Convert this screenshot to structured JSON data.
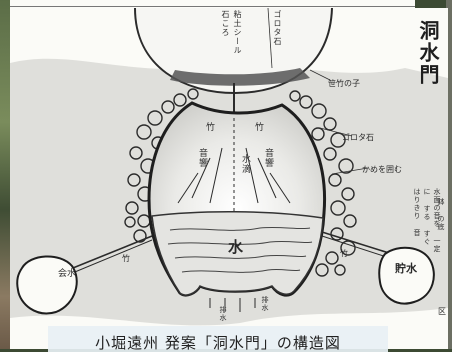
{
  "diagram": {
    "title": "洞水門",
    "caption": "小堀遠州 発案「洞水門」の構造図",
    "labels": {
      "pebbles": "石ころ",
      "bamboo_basin_upper": "ゴロタ石",
      "shield": "粘土シール",
      "bamboo_edge": "笹竹の子",
      "rocks_wall": "ゴロタ石",
      "outer_rocks": "かめを囲む",
      "water_fall": "水滴",
      "side_left": "竹",
      "side_right": "竹",
      "water": "水",
      "sound": "音響",
      "left_basin": "会水",
      "right_basin": "貯水",
      "drain_left": "排水",
      "drain_right": "排水",
      "right_notes": "水面の音を 一定に する すぐ はりきり 音",
      "right_notes2": "鉢 の底",
      "right_small": "竹",
      "left_small": "竹",
      "bottom_right": "区"
    }
  },
  "colors": {
    "ink": "#2b2b2b",
    "wash": "#cfd0cd",
    "paper": "#fbfbf7",
    "photo": "#4a5a3c"
  }
}
